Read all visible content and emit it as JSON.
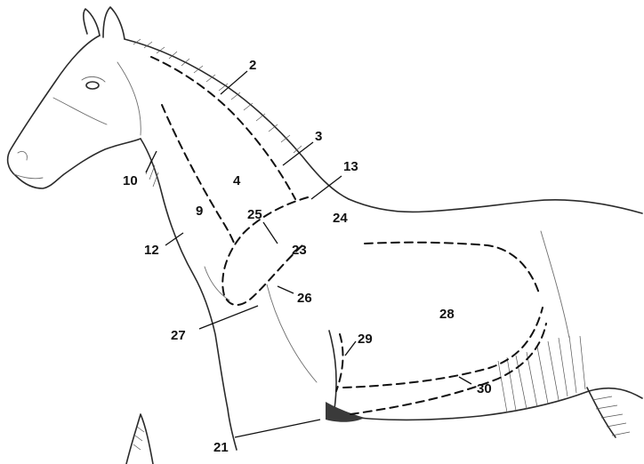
{
  "labels": {
    "l2": "2",
    "l3": "3",
    "l4": "4",
    "l9": "9",
    "l10": "10",
    "l12": "12",
    "l13": "13",
    "l21": "21",
    "l23": "23",
    "l24": "24",
    "l25": "25",
    "l26": "26",
    "l27": "27",
    "l28": "28",
    "l29": "29",
    "l30": "30"
  }
}
